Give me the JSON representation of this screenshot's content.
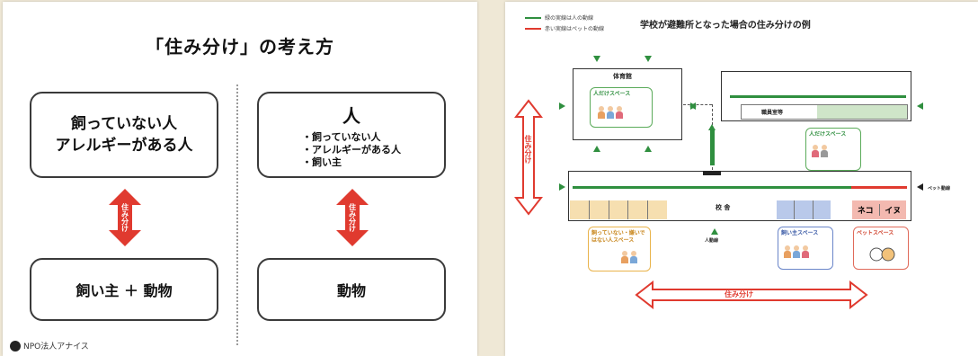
{
  "left": {
    "title": "「住み分け」の考え方",
    "col1": {
      "top_line1": "飼っていない人",
      "top_line2": "アレルギーがある人",
      "arrow_label": "住み分け",
      "bottom": "飼い主 ＋ 動物"
    },
    "col2": {
      "top_title": "人",
      "top_items": [
        "・飼っていない人",
        "・アレルギーがある人",
        "・飼い主"
      ],
      "arrow_label": "住み分け",
      "bottom": "動物"
    },
    "logo_text": "NPO法人アナイス"
  },
  "right": {
    "legend": [
      {
        "text": "緑の実線は人の動線",
        "color": "#2f8f3f"
      },
      {
        "text": "赤い実線はペットの動線",
        "color": "#e03a2f"
      }
    ],
    "title": "学校が避難所となった場合の住み分けの例",
    "gym_label": "体育館",
    "gym_space": "人だけスペース",
    "staff_room": "職員室等",
    "upper_space": "人だけスペース",
    "school_label": "校 舎",
    "entrance": "人動線",
    "neko": "ネコ",
    "inu": "イヌ",
    "pet_entrance": "ペット動線",
    "vertical_label": "住み分け",
    "horizontal_label": "住み分け",
    "space_yellow": "飼っていない・嫌いではない人スペース",
    "space_blue": "飼い主スペース",
    "space_red": "ペットスペース"
  },
  "colors": {
    "red": "#e03a2f",
    "green": "#2f8f3f",
    "yellow_room": "#f6dfb0",
    "green_room": "#cfe5c9",
    "blue_room": "#b9c9ea",
    "pink_room": "#f3b9b0"
  }
}
